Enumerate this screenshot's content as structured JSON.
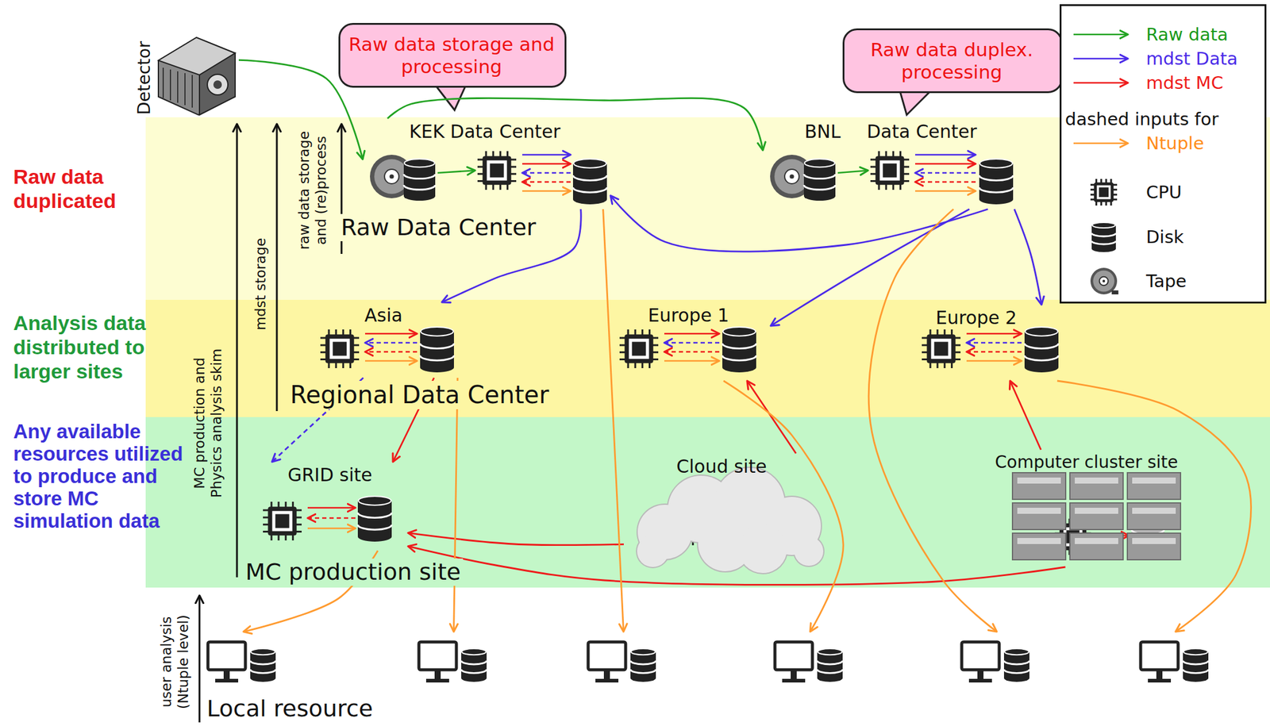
{
  "diagram": {
    "nodes": [
      {
        "text": [
          "Detector"
        ]
      },
      {
        "text": [
          "Raw data storage and processing"
        ]
      },
      {
        "text": [
          "Raw data duplex. processing"
        ]
      },
      {
        "text": [
          "Raw data duplicated",
          "Raw Data Center"
        ]
      },
      {
        "text": [
          "KEK Data Center"
        ],
        "in": 3
      },
      {
        "text": [
          "BNL",
          "Data Center"
        ],
        "in": 3
      },
      {
        "text": [
          "Analysis data distributed to larger sites",
          "Regional Data Center"
        ]
      },
      {
        "text": [
          "Asia"
        ],
        "in": 6
      },
      {
        "text": [
          "Europe 1"
        ],
        "in": 6
      },
      {
        "text": [
          "Europe 2"
        ],
        "in": 6
      },
      {
        "text": [
          "Any available resources utilized to produce and store MC simulation data",
          "MC production site"
        ]
      },
      {
        "text": [
          "GRID site"
        ],
        "in": 10
      },
      {
        "text": [
          "Cloud site"
        ],
        "in": 10
      },
      {
        "text": [
          "Computer cluster site"
        ],
        "in": 10
      },
      {
        "text": [
          "Local resource"
        ]
      }
    ],
    "edges": [
      {
        "from": 0,
        "to": 4,
        "arrow": "to"
      },
      {
        "from": 4,
        "to": 5,
        "arrow": "to"
      },
      {
        "from": 5,
        "to": 4,
        "arrow": "to"
      },
      {
        "from": 4,
        "to": 7,
        "arrow": "to"
      },
      {
        "from": 5,
        "to": 8,
        "arrow": "to"
      },
      {
        "from": 5,
        "to": 9,
        "arrow": "to"
      },
      {
        "from": 7,
        "to": 11,
        "arrow": "to"
      },
      {
        "from": 7,
        "to": 11,
        "arrow": "to"
      },
      {
        "from": 12,
        "to": 8,
        "arrow": "to"
      },
      {
        "from": 13,
        "to": 9,
        "arrow": "to"
      },
      {
        "from": 12,
        "to": 11,
        "arrow": "to"
      },
      {
        "from": 13,
        "to": 11,
        "arrow": "to"
      },
      {
        "from": 11,
        "to": 14,
        "arrow": "to"
      },
      {
        "from": 7,
        "to": 14,
        "arrow": "to"
      },
      {
        "from": 4,
        "to": 14,
        "arrow": "to"
      },
      {
        "from": 8,
        "to": 14,
        "arrow": "to"
      },
      {
        "from": 5,
        "to": 14,
        "arrow": "to"
      },
      {
        "from": 9,
        "to": 14,
        "arrow": "to"
      }
    ],
    "labels": [
      "MC production and Physics analysis skim",
      "mdst storage",
      "raw data storage and (re)process",
      "user analysis (Ntuple level)"
    ],
    "legend": [
      {
        "text": "Raw data"
      },
      {
        "text": "mdst Data"
      },
      {
        "text": "mdst MC"
      },
      {
        "text": "dashed inputs for"
      },
      {
        "text": "Ntuple"
      },
      {
        "text": "CPU"
      },
      {
        "text": "Disk"
      },
      {
        "text": "Tape"
      }
    ]
  }
}
